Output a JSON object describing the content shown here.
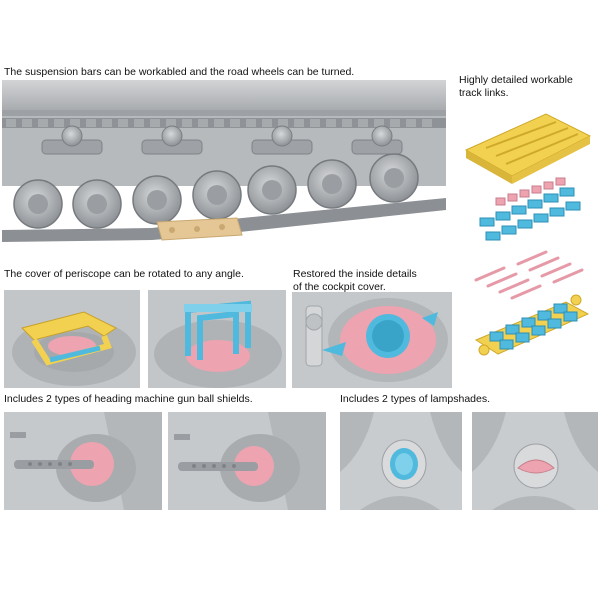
{
  "captions": {
    "suspension": "The suspension bars can be workabled and the road wheels can be turned.",
    "tracks_line1": "Highly detailed workable",
    "tracks_line2": "track links.",
    "periscope": "The cover of periscope can be rotated to any angle.",
    "cockpit_line1": "Restored the inside details",
    "cockpit_line2": "of the cockpit cover.",
    "ball_shields": "Includes 2 types of heading machine gun ball shields.",
    "lampshades": "Includes 2 types of lampshades."
  },
  "colors": {
    "gray_part": "#b9bcbe",
    "gray_dark": "#8c9094",
    "yellow_part": "#f2d150",
    "blue_part": "#4fb9de",
    "pink_part": "#eda3b0",
    "tan_part": "#e5c795",
    "background": "#ffffff"
  }
}
